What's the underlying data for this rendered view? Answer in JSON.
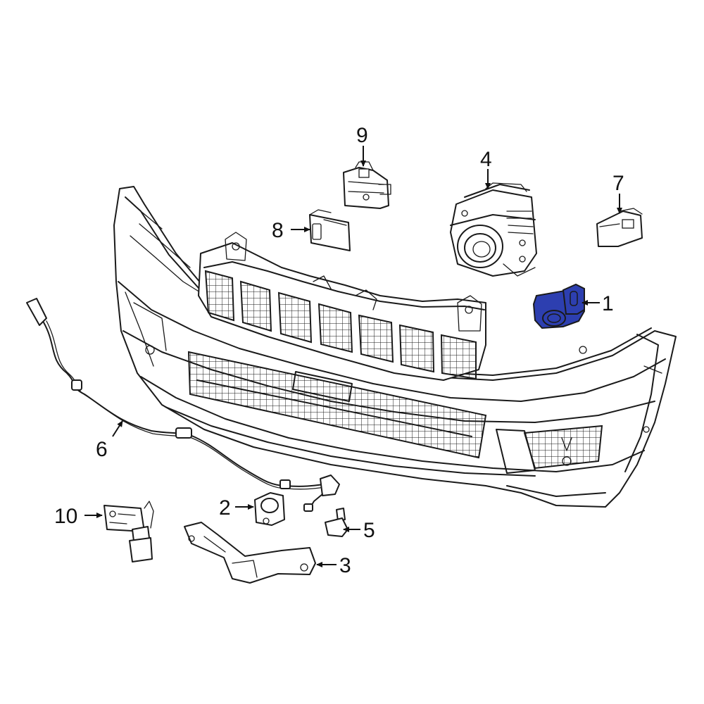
{
  "diagram": {
    "highlight_color": "#2d3fb0",
    "callouts": [
      {
        "id": "1",
        "label": "1"
      },
      {
        "id": "2",
        "label": "2"
      },
      {
        "id": "3",
        "label": "3"
      },
      {
        "id": "4",
        "label": "4"
      },
      {
        "id": "5",
        "label": "5"
      },
      {
        "id": "6",
        "label": "6"
      },
      {
        "id": "7",
        "label": "7"
      },
      {
        "id": "8",
        "label": "8"
      },
      {
        "id": "9",
        "label": "9"
      },
      {
        "id": "10",
        "label": "10"
      }
    ]
  }
}
